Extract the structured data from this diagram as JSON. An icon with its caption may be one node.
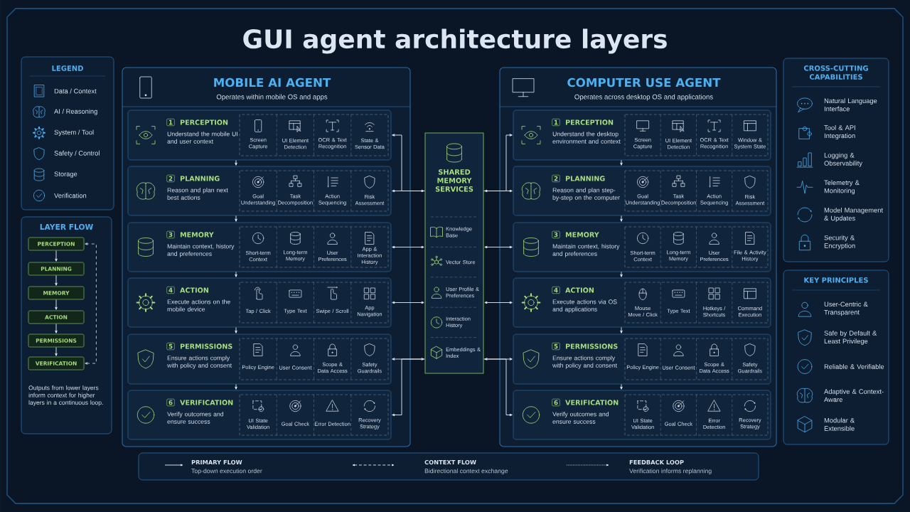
{
  "diagram": {
    "title": "GUI agent architecture layers",
    "nodes": [
      {
        "text": [
          "LAYER FLOW",
          "Outputs from lower layers inform context for higher layers in a continuous loop."
        ]
      },
      {
        "text": [
          "PERCEPTION"
        ],
        "in": 0
      },
      {
        "text": [
          "PLANNING"
        ],
        "in": 0
      },
      {
        "text": [
          "MEMORY"
        ],
        "in": 0
      },
      {
        "text": [
          "ACTION"
        ],
        "in": 0
      },
      {
        "text": [
          "PERMISSIONS"
        ],
        "in": 0
      },
      {
        "text": [
          "VERIFICATION"
        ],
        "in": 0
      },
      {
        "text": [
          "MOBILE AI AGENT",
          "Operates within mobile OS and apps"
        ]
      },
      {
        "text": [
          "1",
          "PERCEPTION",
          "Understand the mobile UI and user context",
          "Screen Capture",
          "UI Element Detection",
          "OCR & Text Recognition",
          "State & Sensor Data"
        ],
        "in": 7
      },
      {
        "text": [
          "2",
          "PLANNING",
          "Reason and plan next best actions",
          "Goal Understanding",
          "Task Decomposition",
          "Action Sequencing",
          "Risk Assessment"
        ],
        "in": 7
      },
      {
        "text": [
          "3",
          "MEMORY",
          "Maintain context, history and preferences",
          "Short-term Context",
          "Long-term Memory",
          "User Preferences",
          "App & Interaction History"
        ],
        "in": 7
      },
      {
        "text": [
          "4",
          "ACTION",
          "Execute actions on the mobile device",
          "Tap / Click",
          "Type Text",
          "Swipe / Scroll",
          "App Navigation"
        ],
        "in": 7
      },
      {
        "text": [
          "5",
          "PERMISSIONS",
          "Ensure actions comply with policy and consent",
          "Policy Engine",
          "User Consent",
          "Scope & Data Access",
          "Safety Guardrails"
        ],
        "in": 7
      },
      {
        "text": [
          "6",
          "VERIFICATION",
          "Verify outcomes and ensure success",
          "UI State Validation",
          "Goal Check",
          "Error Detection",
          "Recovery Strategy"
        ],
        "in": 7
      },
      {
        "text": [
          "SHARED MEMORY SERVICES",
          "Knowledge Base",
          "Vector Store",
          "User Profile & Preferences",
          "Interaction History",
          "Embeddings & Index"
        ]
      },
      {
        "text": [
          "COMPUTER USE AGENT",
          "Operates across desktop OS and applications"
        ]
      },
      {
        "text": [
          "1",
          "PERCEPTION",
          "Understand the desktop environment and context",
          "Screen Capture",
          "UI Element Detection",
          "OCR & Text Recognition",
          "Window & System State"
        ],
        "in": 15
      },
      {
        "text": [
          "2",
          "PLANNING",
          "Reason and plan step-by-step on the computer",
          "Goal Understanding",
          "Task Decomposition",
          "Action Sequencing",
          "Risk Assessment"
        ],
        "in": 15
      },
      {
        "text": [
          "3",
          "MEMORY",
          "Maintain context, history and preferences",
          "Short-term Context",
          "Long-term Memory",
          "User Preferences",
          "File & Activity History"
        ],
        "in": 15
      },
      {
        "text": [
          "4",
          "ACTION",
          "Execute actions via OS and applications",
          "Mouse Move / Click",
          "Type Text",
          "Hotkeys / Shortcuts",
          "Command Execution"
        ],
        "in": 15
      },
      {
        "text": [
          "5",
          "PERMISSIONS",
          "Ensure actions comply with policy and consent",
          "Policy Engine",
          "User Consent",
          "Scope & Data Access",
          "Safety Guardrails"
        ],
        "in": 15
      },
      {
        "text": [
          "6",
          "VERIFICATION",
          "Verify outcomes and ensure success",
          "UI State Validation",
          "Goal Check",
          "Error Detection",
          "Recovery Strategy"
        ],
        "in": 15
      },
      {
        "text": [
          "CROSS-CUTTING CAPABILITIES",
          "Natural Language Interface",
          "Tool & API Integration",
          "Logging & Observability",
          "Telemetry & Monitoring",
          "Model Management & Updates",
          "Security & Encryption"
        ]
      },
      {
        "text": [
          "KEY PRINCIPLES",
          "User-Centric & Transparent",
          "Safe by Default & Least Privilege",
          "Reliable & Verifiable",
          "Adaptive & Context-Aware",
          "Modular & Extensible"
        ]
      }
    ],
    "edges": [
      {
        "from": 1,
        "to": 2,
        "arrow": "to"
      },
      {
        "from": 2,
        "to": 3,
        "arrow": "to"
      },
      {
        "from": 3,
        "to": 4,
        "arrow": "to"
      },
      {
        "from": 4,
        "to": 5,
        "arrow": "to"
      },
      {
        "from": 5,
        "to": 6,
        "arrow": "to"
      },
      {
        "from": 6,
        "to": 1,
        "arrow": "both",
        "style": "dashed"
      },
      {
        "from": 8,
        "to": 9,
        "arrow": "to"
      },
      {
        "from": 9,
        "to": 10,
        "arrow": "to"
      },
      {
        "from": 10,
        "to": 11,
        "arrow": "to"
      },
      {
        "from": 11,
        "to": 12,
        "arrow": "to"
      },
      {
        "from": 12,
        "to": 13,
        "arrow": "to"
      },
      {
        "from": 16,
        "to": 17,
        "arrow": "to"
      },
      {
        "from": 17,
        "to": 18,
        "arrow": "to"
      },
      {
        "from": 18,
        "to": 19,
        "arrow": "to"
      },
      {
        "from": 19,
        "to": 20,
        "arrow": "to"
      },
      {
        "from": 20,
        "to": 21,
        "arrow": "to"
      },
      {
        "from": 14,
        "to": 8,
        "arrow": "to"
      },
      {
        "from": 14,
        "to": 9,
        "arrow": "both"
      },
      {
        "from": 14,
        "to": 10,
        "arrow": "both"
      },
      {
        "from": 14,
        "to": 11,
        "arrow": "both"
      },
      {
        "from": 14,
        "to": 12,
        "arrow": "both"
      },
      {
        "from": 14,
        "to": 13,
        "arrow": "to"
      },
      {
        "from": 14,
        "to": 16,
        "arrow": "to"
      },
      {
        "from": 14,
        "to": 17,
        "arrow": "both"
      },
      {
        "from": 14,
        "to": 18,
        "arrow": "both"
      },
      {
        "from": 14,
        "to": 19,
        "arrow": "both"
      },
      {
        "from": 14,
        "to": 20,
        "arrow": "both"
      },
      {
        "from": 14,
        "to": 21,
        "arrow": "to"
      }
    ],
    "labels": [
      "LEGEND",
      "Top-down execution order",
      "Bidirectional context exchange",
      "Verification informs replanning"
    ],
    "legend": [
      {
        "text": "Data / Context"
      },
      {
        "text": "AI / Reasoning"
      },
      {
        "text": "System / Tool"
      },
      {
        "text": "Safety / Control"
      },
      {
        "text": "Storage"
      },
      {
        "text": "Verification"
      },
      {
        "text": "PRIMARY FLOW"
      },
      {
        "text": "CONTEXT FLOW"
      },
      {
        "text": "FEEDBACK LOOP"
      }
    ]
  }
}
